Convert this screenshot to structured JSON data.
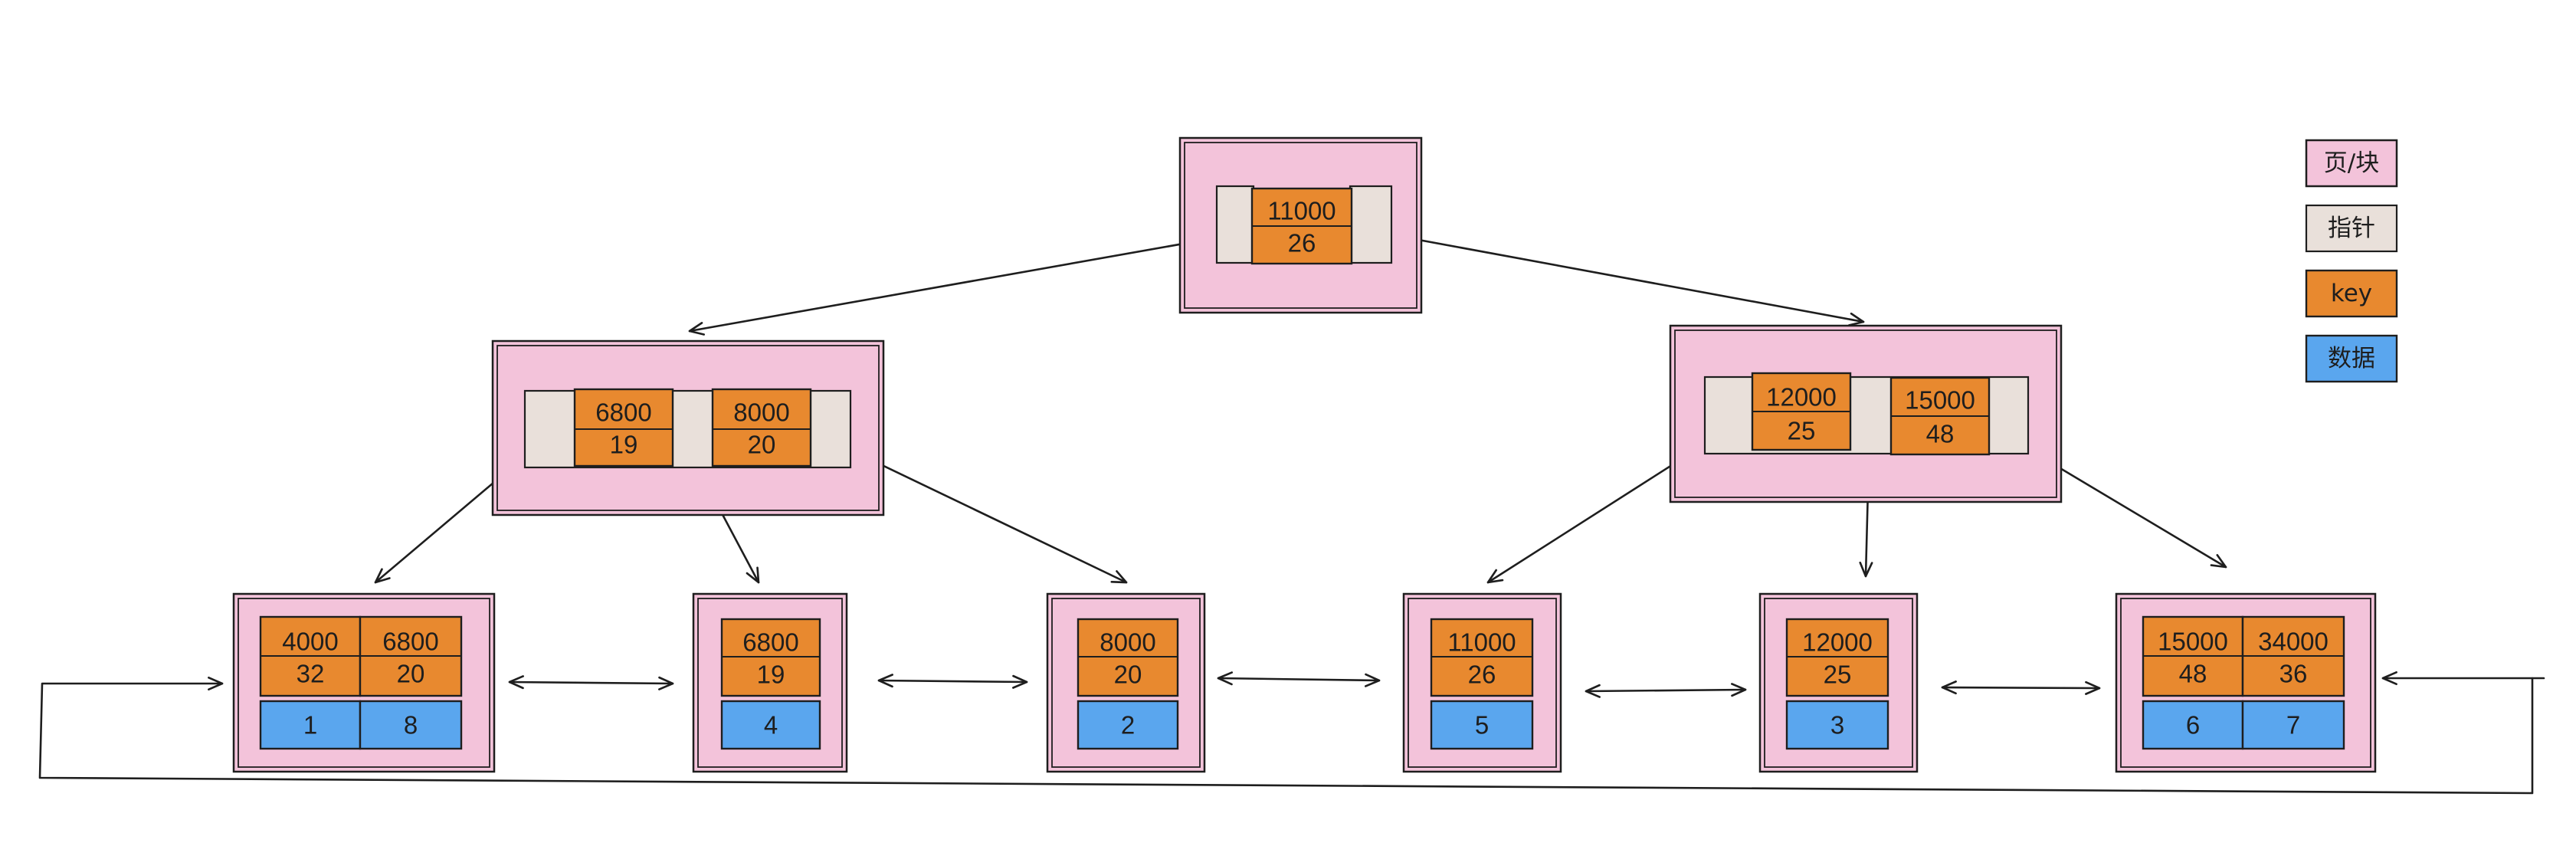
{
  "legend": [
    {
      "id": "page",
      "label": "页/块",
      "color": "#f3c3da"
    },
    {
      "id": "pointer",
      "label": "指针",
      "color": "#e9e0da"
    },
    {
      "id": "key",
      "label": "key",
      "color": "#e8892f"
    },
    {
      "id": "data",
      "label": "数据",
      "color": "#5aa6ee"
    }
  ],
  "root": {
    "keys": [
      {
        "key": "11000",
        "val": "26"
      }
    ]
  },
  "level2": [
    {
      "id": "left",
      "keys": [
        {
          "key": "6800",
          "val": "19"
        },
        {
          "key": "8000",
          "val": "20"
        }
      ]
    },
    {
      "id": "right",
      "keys": [
        {
          "key": "12000",
          "val": "25"
        },
        {
          "key": "15000",
          "val": "48"
        }
      ]
    }
  ],
  "leaves": [
    {
      "keys": [
        {
          "key": "4000",
          "val": "32"
        },
        {
          "key": "6800",
          "val": "20"
        }
      ],
      "data": [
        "1",
        "8"
      ]
    },
    {
      "keys": [
        {
          "key": "6800",
          "val": "19"
        }
      ],
      "data": [
        "4"
      ]
    },
    {
      "keys": [
        {
          "key": "8000",
          "val": "20"
        }
      ],
      "data": [
        "2"
      ]
    },
    {
      "keys": [
        {
          "key": "11000",
          "val": "26"
        }
      ],
      "data": [
        "5"
      ]
    },
    {
      "keys": [
        {
          "key": "12000",
          "val": "25"
        }
      ],
      "data": [
        "3"
      ]
    },
    {
      "keys": [
        {
          "key": "15000",
          "val": "48"
        },
        {
          "key": "34000",
          "val": "36"
        }
      ],
      "data": [
        "6",
        "7"
      ]
    }
  ]
}
